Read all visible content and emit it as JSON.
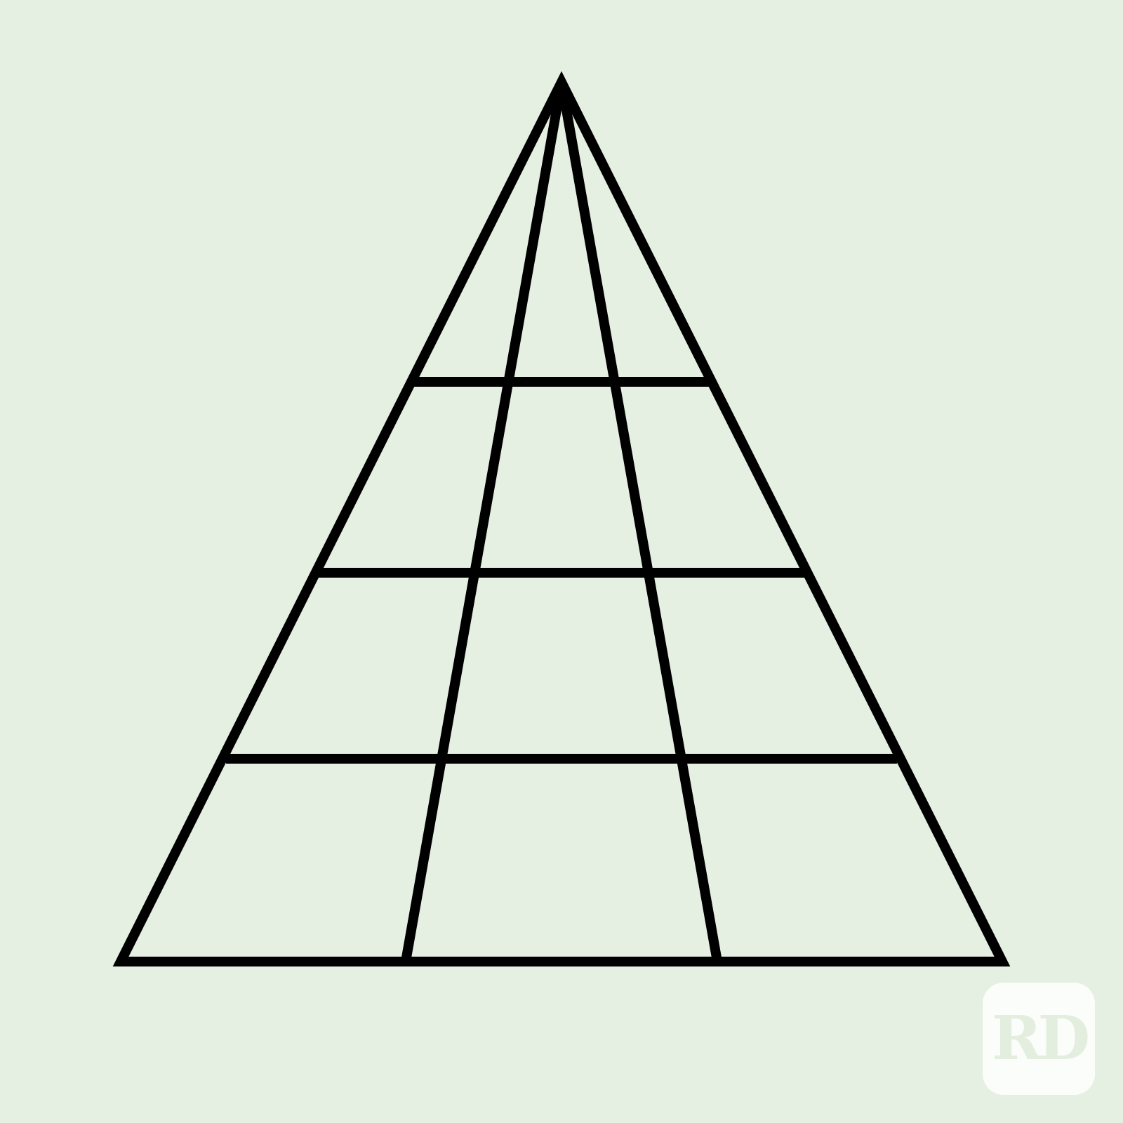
{
  "diagram": {
    "background_color": "#e5f0e3",
    "line_color": "#000000",
    "outer_triangle": {
      "apex": "top-center",
      "base": "bottom"
    },
    "interior_lines": {
      "from_apex": 2,
      "horizontal": 3
    }
  },
  "logo": {
    "text": "RD",
    "badge_color": "#fbfdfa",
    "text_color": "#e3eedf",
    "position": "bottom-right"
  }
}
